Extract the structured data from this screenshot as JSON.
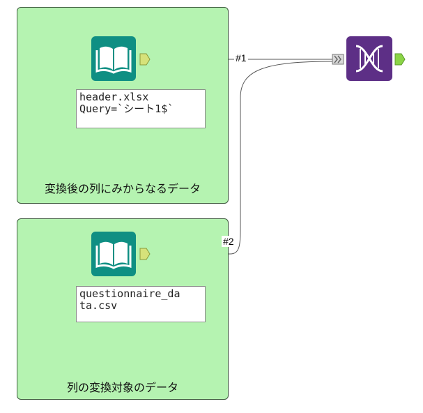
{
  "canvas": {
    "containers": [
      {
        "caption": "変換後の列にみからなるデータ",
        "color": "#b5f3b1"
      },
      {
        "caption": "列の変換対象のデータ",
        "color": "#b5f3b1"
      }
    ],
    "tools": [
      {
        "type": "input-data",
        "icon": "book-icon",
        "color": "#0f8f83",
        "config_lines": [
          "header.xlsx",
          "Query=`シート1$`"
        ]
      },
      {
        "type": "input-data",
        "icon": "book-icon",
        "color": "#0f8f83",
        "config_lines": [
          "questionnaire_da",
          "ta.csv"
        ]
      },
      {
        "type": "dna-tool",
        "icon": "dna-icon",
        "color": "#5d2f86"
      }
    ],
    "connections": [
      {
        "label": "#1"
      },
      {
        "label": "#2"
      }
    ],
    "colors": {
      "anchor": "#d6e27a",
      "wire": "#555555"
    }
  }
}
